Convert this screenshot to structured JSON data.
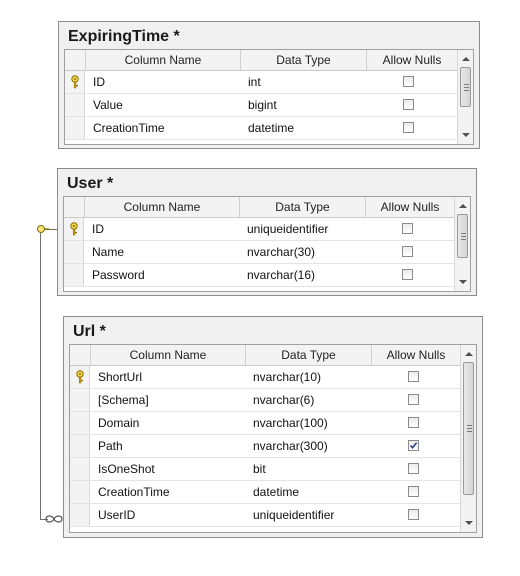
{
  "columns": {
    "name": "Column Name",
    "type": "Data Type",
    "nulls": "Allow Nulls"
  },
  "tables": [
    {
      "title": "ExpiringTime *",
      "rows": [
        {
          "key": true,
          "name": "ID",
          "type": "int",
          "allow_nulls": false
        },
        {
          "key": false,
          "name": "Value",
          "type": "bigint",
          "allow_nulls": false
        },
        {
          "key": false,
          "name": "CreationTime",
          "type": "datetime",
          "allow_nulls": false
        }
      ]
    },
    {
      "title": "User *",
      "rows": [
        {
          "key": true,
          "name": "ID",
          "type": "uniqueidentifier",
          "allow_nulls": false
        },
        {
          "key": false,
          "name": "Name",
          "type": "nvarchar(30)",
          "allow_nulls": false
        },
        {
          "key": false,
          "name": "Password",
          "type": "nvarchar(16)",
          "allow_nulls": false
        }
      ]
    },
    {
      "title": "Url *",
      "rows": [
        {
          "key": true,
          "name": "ShortUrl",
          "type": "nvarchar(10)",
          "allow_nulls": false
        },
        {
          "key": false,
          "name": "[Schema]",
          "type": "nvarchar(6)",
          "allow_nulls": false
        },
        {
          "key": false,
          "name": "Domain",
          "type": "nvarchar(100)",
          "allow_nulls": false
        },
        {
          "key": false,
          "name": "Path",
          "type": "nvarchar(300)",
          "allow_nulls": true
        },
        {
          "key": false,
          "name": "IsOneShot",
          "type": "bit",
          "allow_nulls": false
        },
        {
          "key": false,
          "name": "CreationTime",
          "type": "datetime",
          "allow_nulls": false
        },
        {
          "key": false,
          "name": "UserID",
          "type": "uniqueidentifier",
          "allow_nulls": false
        }
      ]
    }
  ],
  "relationship": {
    "from": "User.ID",
    "to": "Url.UserID"
  }
}
